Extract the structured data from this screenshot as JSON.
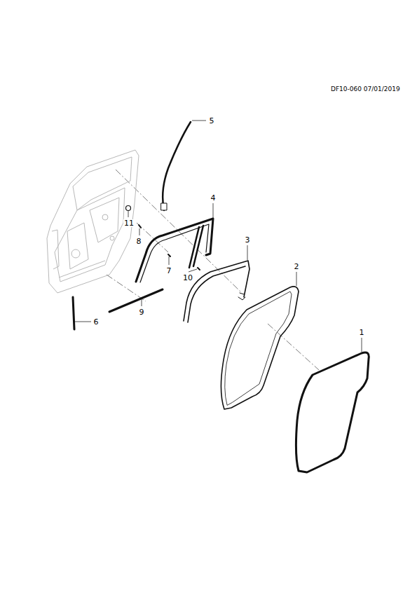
{
  "diagram": {
    "labels": [
      "DF10-060 07/01/2019",
      "5",
      "4",
      "11",
      "8",
      "3",
      "7",
      "10",
      "2",
      "9",
      "6",
      "1"
    ]
  }
}
